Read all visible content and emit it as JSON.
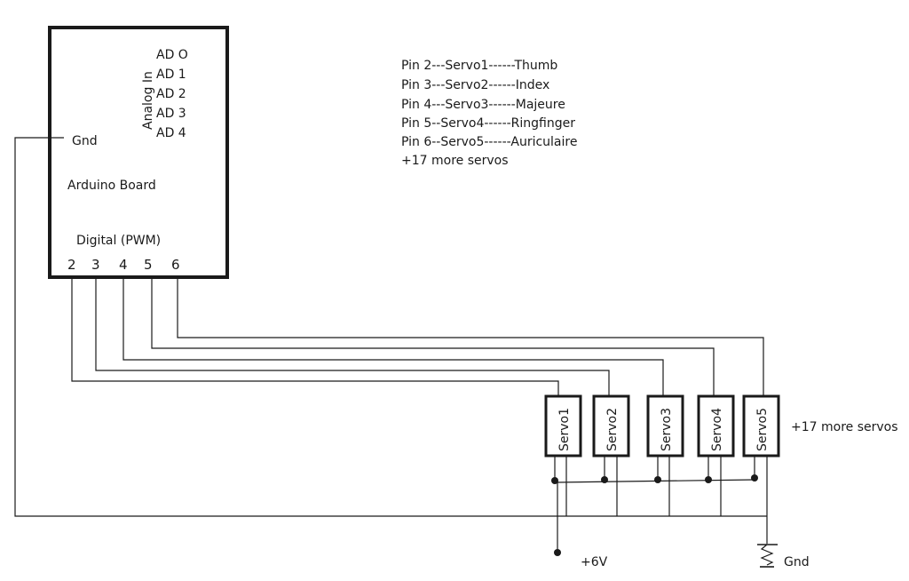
{
  "board": {
    "name": "Arduino Board",
    "analog_title": "Analog In",
    "analog_pins": [
      "AD O",
      "AD 1",
      "AD 2",
      "AD 3",
      "AD 4"
    ],
    "gnd_label": "Gnd",
    "digital_title": "Digital (PWM)",
    "digital_pins": [
      "2",
      "3",
      "4",
      "5",
      "6"
    ]
  },
  "mapping_lines": [
    "Pin 2---Servo1------Thumb",
    "Pin 3---Servo2------Index",
    "Pin 4---Servo3------Majeure",
    "Pin 5--Servo4------Ringfinger",
    "Pin 6--Servo5------Auriculaire",
    "+17 more servos"
  ],
  "servos": [
    "Servo1",
    "Servo2",
    "Servo3",
    "Servo4",
    "Servo5"
  ],
  "more_servos_label": "+17 more servos",
  "power_label": "+6V",
  "ground_label": "Gnd"
}
